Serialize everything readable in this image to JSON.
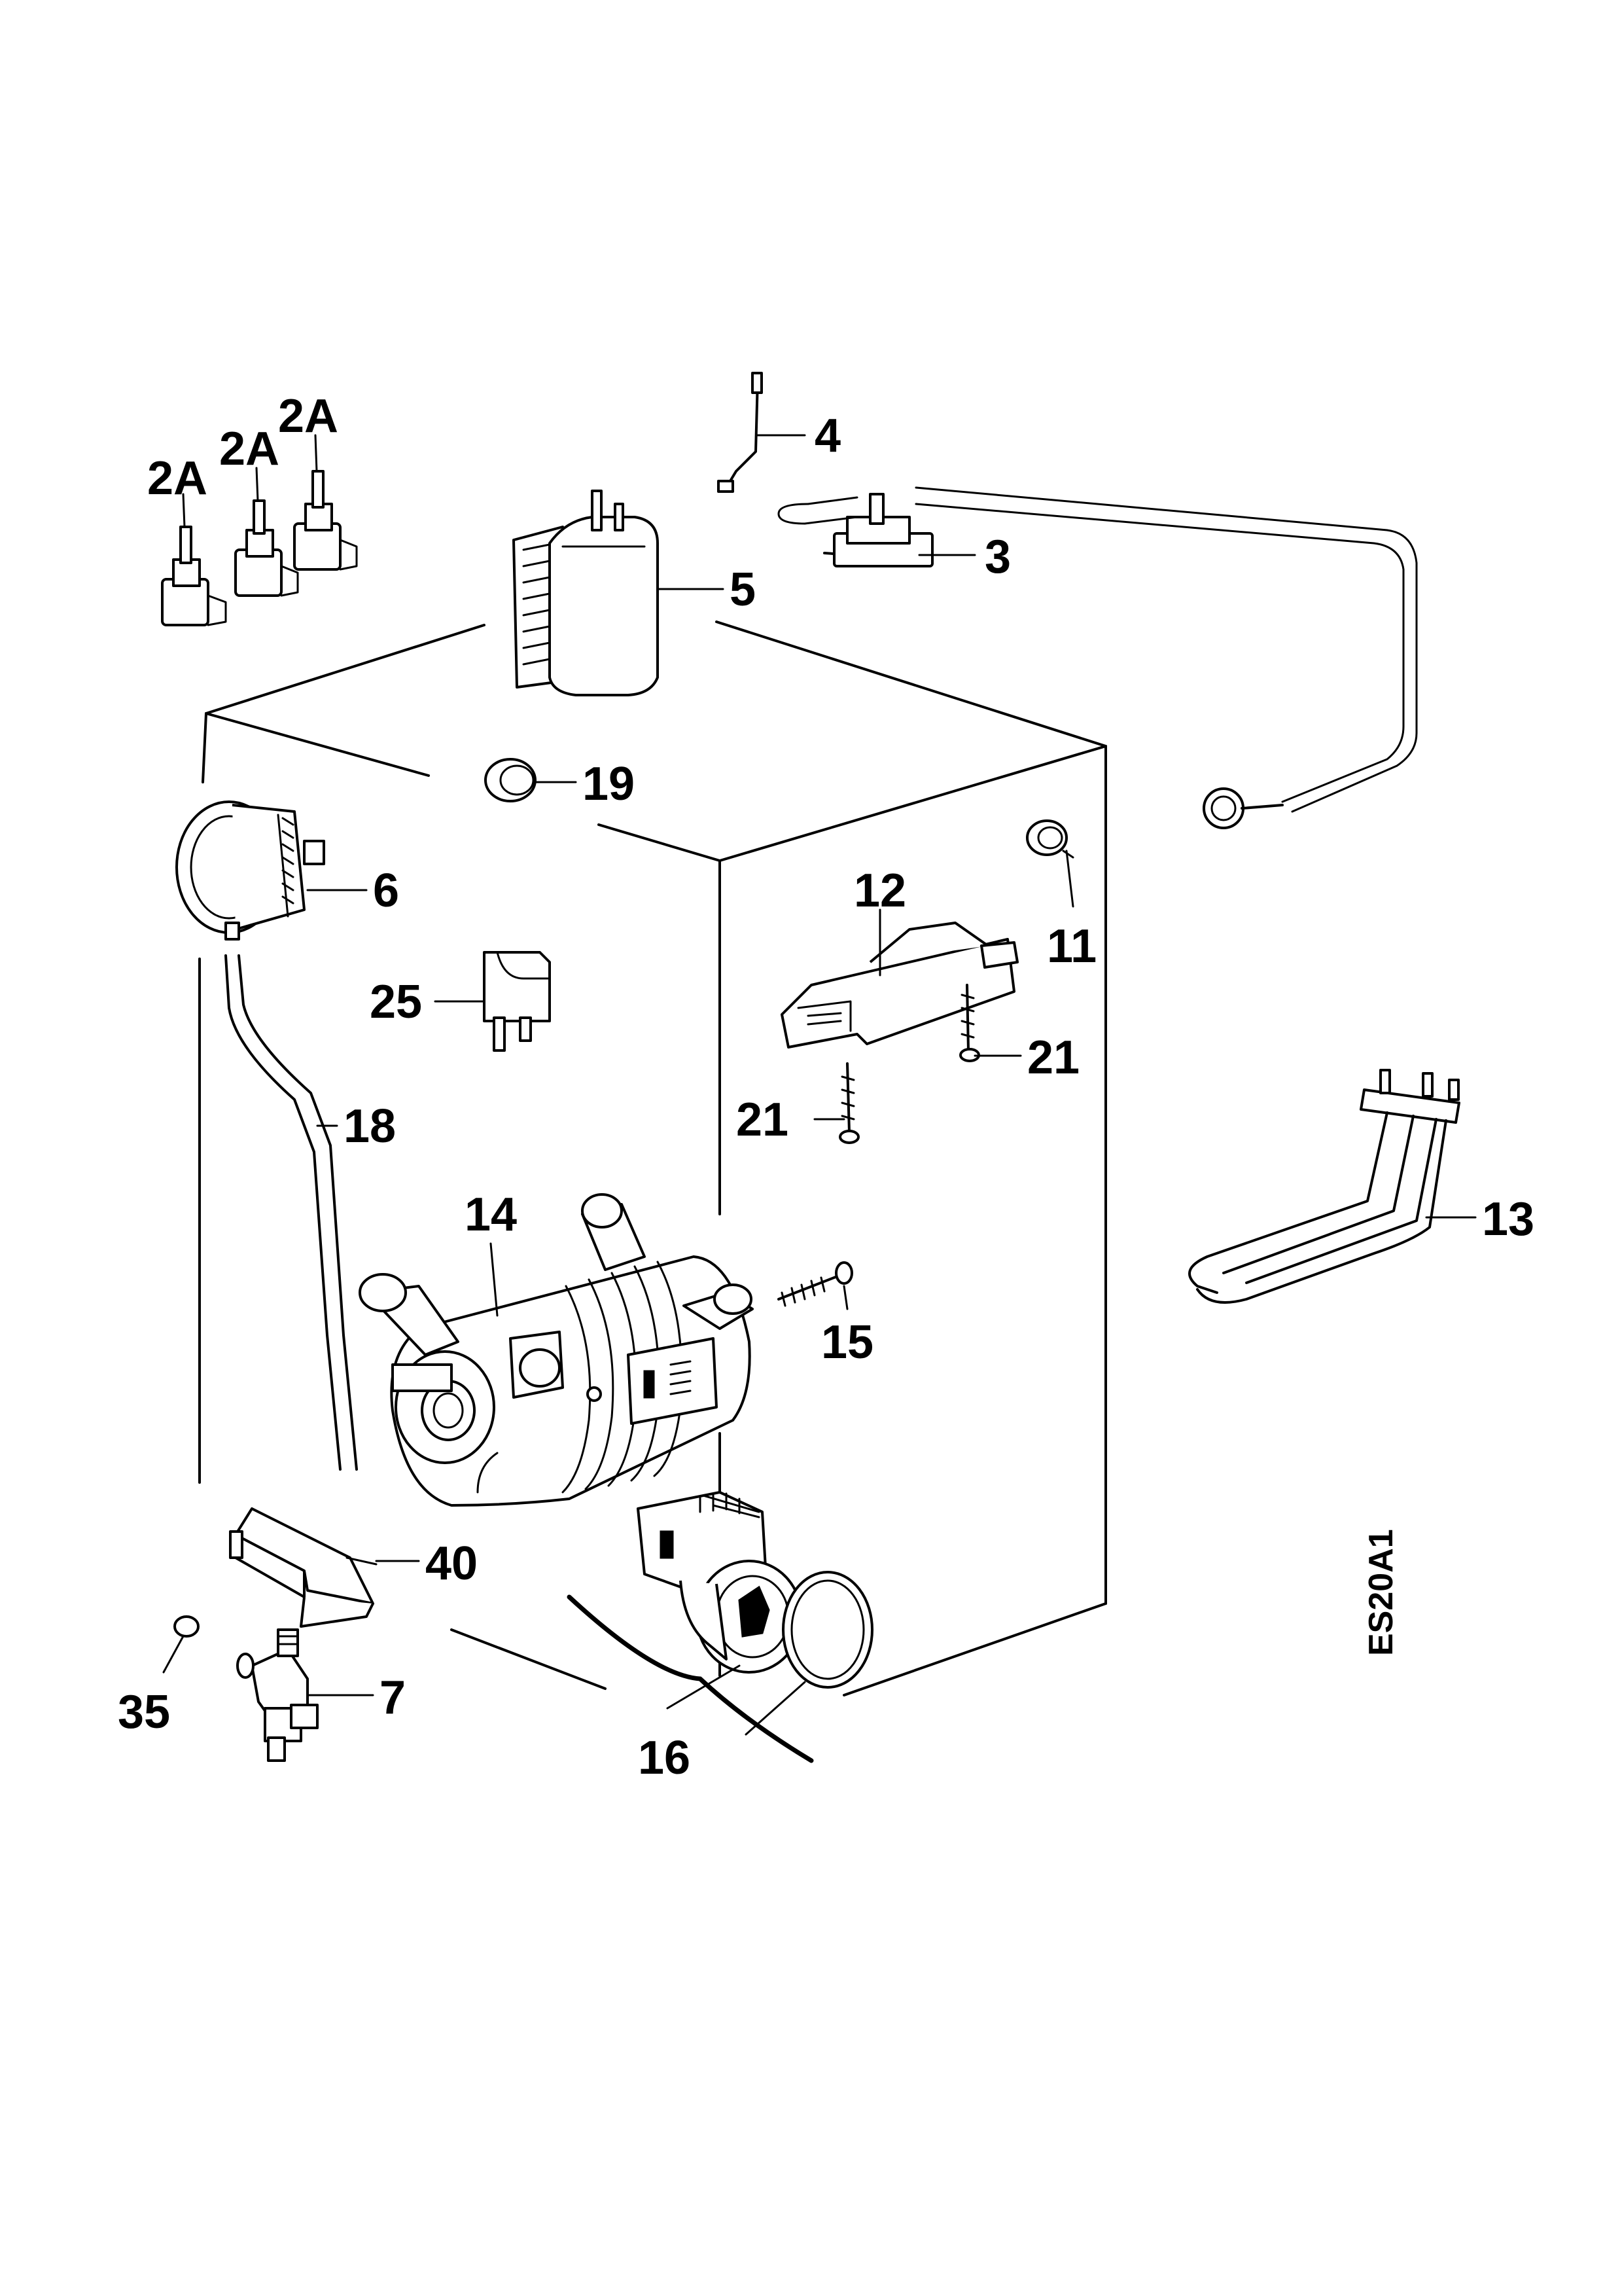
{
  "diagram": {
    "drawing_code": "ES20A1",
    "labels": {
      "p2a_1": "2A",
      "p2a_2": "2A",
      "p2a_3": "2A",
      "p3": "3",
      "p4": "4",
      "p5": "5",
      "p6": "6",
      "p7": "7",
      "p11": "11",
      "p12": "12",
      "p13": "13",
      "p14": "14",
      "p15": "15",
      "p16": "16",
      "p18": "18",
      "p19": "19",
      "p21a": "21",
      "p21b": "21",
      "p25": "25",
      "p35": "35",
      "p40": "40"
    }
  }
}
